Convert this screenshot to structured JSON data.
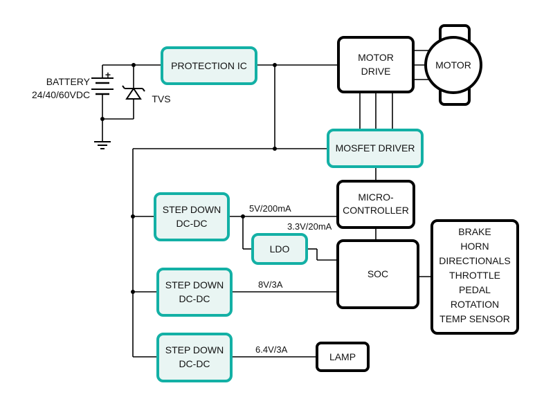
{
  "diagram": {
    "battery": {
      "label": "BATTERY",
      "voltage": "24/40/60VDC",
      "plus": "+"
    },
    "tvs": {
      "label": "TVS"
    },
    "protection_ic": {
      "label": "PROTECTION IC"
    },
    "motor_drive": {
      "line1": "MOTOR",
      "line2": "DRIVE"
    },
    "motor": {
      "label": "MOTOR"
    },
    "mosfet_driver": {
      "label": "MOSFET DRIVER"
    },
    "microcontroller": {
      "line1": "MICRO-",
      "line2": "CONTROLLER"
    },
    "soc": {
      "label": "SOC"
    },
    "ldo": {
      "label": "LDO"
    },
    "lamp": {
      "label": "LAMP"
    },
    "step_down": [
      {
        "line1": "STEP DOWN",
        "line2": "DC-DC",
        "output": "5V/200mA"
      },
      {
        "line1": "STEP DOWN",
        "line2": "DC-DC",
        "output": "8V/3A"
      },
      {
        "line1": "STEP DOWN",
        "line2": "DC-DC",
        "output": "6.4V/3A"
      }
    ],
    "ldo_output": "3.3V/20mA",
    "inputs": [
      "BRAKE",
      "HORN",
      "DIRECTIONALS",
      "THROTTLE",
      "PEDAL",
      "ROTATION",
      "TEMP SENSOR"
    ],
    "colors": {
      "accent_border": "#13b0a5",
      "accent_fill": "#e9f5f3",
      "line": "#000000"
    }
  }
}
